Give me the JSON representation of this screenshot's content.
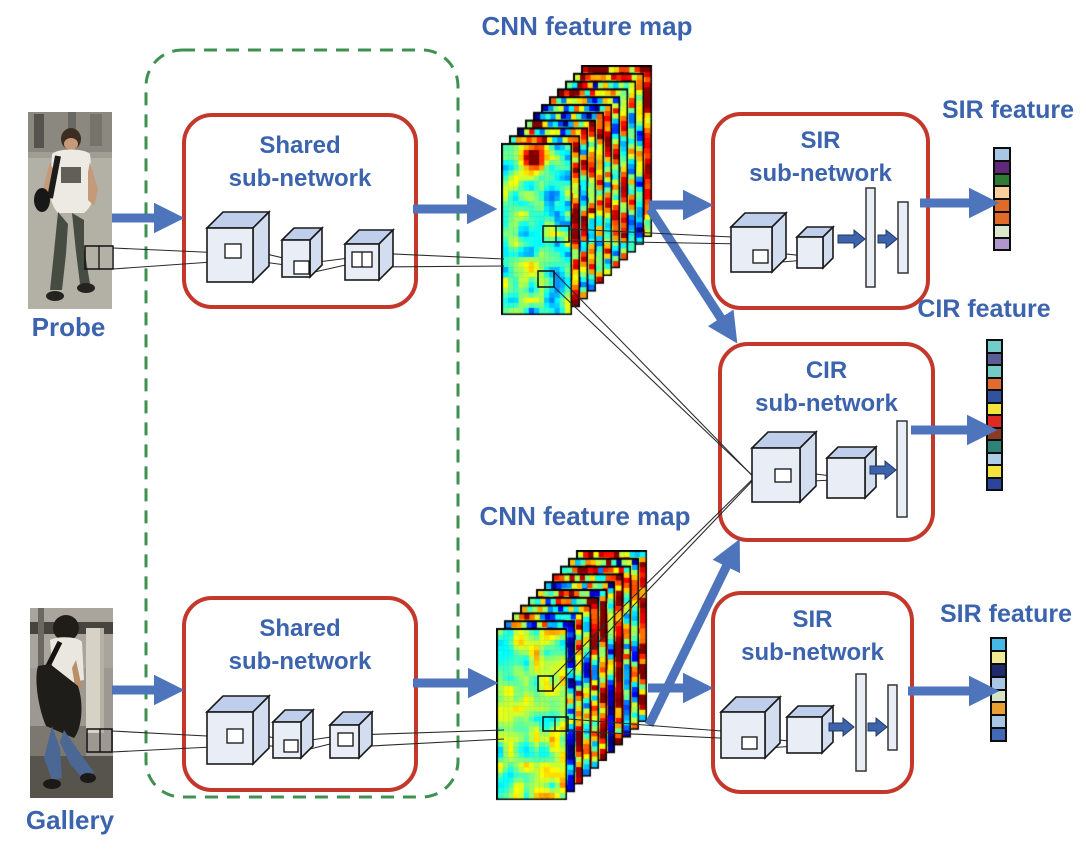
{
  "diagram": {
    "inputs": {
      "probe_label": "Probe",
      "gallery_label": "Gallery"
    },
    "shared_top": {
      "line1": "Shared",
      "line2": "sub-network"
    },
    "shared_bottom": {
      "line1": "Shared",
      "line2": "sub-network"
    },
    "cnn_top_label": "CNN feature map",
    "cnn_bottom_label": "CNN feature map",
    "sir_top": {
      "line1": "SIR",
      "line2": "sub-network"
    },
    "cir": {
      "line1": "CIR",
      "line2": "sub-network"
    },
    "sir_bottom": {
      "line1": "SIR",
      "line2": "sub-network"
    },
    "outputs": {
      "sir_top_label": "SIR feature",
      "cir_label": "CIR feature",
      "sir_bottom_label": "SIR feature"
    },
    "features": {
      "sir_top": [
        "#a9c6e3",
        "#5e2a78",
        "#2f7a35",
        "#f8cf9c",
        "#e06b28",
        "#e06b28",
        "#d9e8cc",
        "#af97cc"
      ],
      "cir": [
        "#74ccc8",
        "#5a5e96",
        "#74ccc8",
        "#e06b30",
        "#31529e",
        "#f2e43c",
        "#dd2a22",
        "#8c3a24",
        "#2f8376",
        "#aecbe8",
        "#f2e43c",
        "#2c459c"
      ],
      "sir_bottom": [
        "#45b8e8",
        "#efeb94",
        "#1f2a6b",
        "#a9c6e3",
        "#d5e4c3",
        "#eb9f33",
        "#a9c6e3",
        "#4468b5"
      ]
    },
    "cnn_stacks": {
      "panels_per_stack": 11,
      "heatmap_palette": [
        "#00007f",
        "#0000ff",
        "#00ffff",
        "#00ff00",
        "#ffff00",
        "#ff7f00",
        "#ff0000"
      ]
    },
    "colors": {
      "label_blue": "#3c63ae",
      "box_red": "#c4372b",
      "dashed_green": "#3e9150",
      "arrow_blue": "#4e74bc",
      "small_arrow_blue": "#3d63ad",
      "cube_front": "#e9eef6",
      "cube_top": "#bfcfeb",
      "cube_side": "#d3ddf0"
    }
  }
}
